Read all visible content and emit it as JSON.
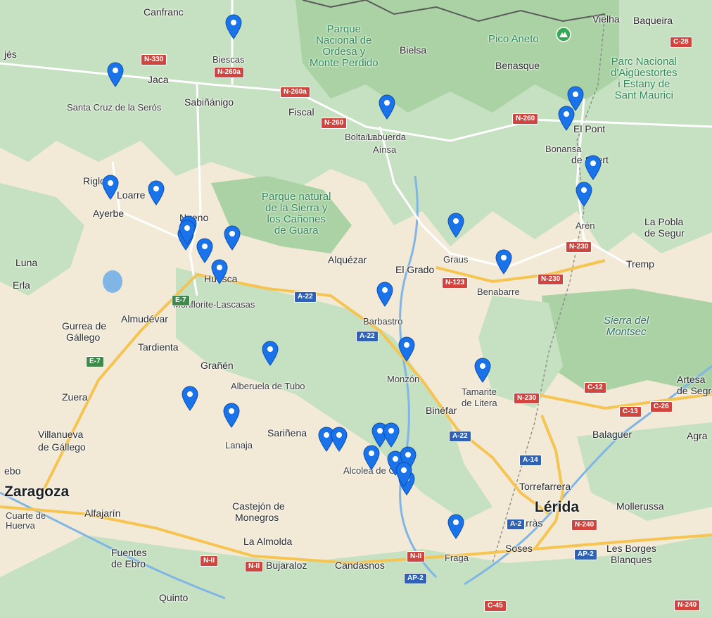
{
  "colors": {
    "land": "#f2ead7",
    "forest": "#c6e1c1",
    "forest_dark": "#abd2a4",
    "water": "#7fb6e6",
    "motorway": "#f5c451",
    "road": "#ffffff",
    "border": "#5a5a5a",
    "pin": "#1a73e8",
    "peak": "#34a853"
  },
  "places": [
    {
      "name": "Canfranc",
      "cls": "med"
    },
    {
      "name": "Biescas",
      "cls": ""
    },
    {
      "name": "Jaca",
      "cls": "med"
    },
    {
      "name": "Santa Cruz de la Serós",
      "cls": ""
    },
    {
      "name": "Sabiñánigo",
      "cls": "med"
    },
    {
      "name": "Fiscal",
      "cls": "med"
    },
    {
      "name": "Bielsa",
      "cls": "med"
    },
    {
      "name": "Benasque",
      "cls": "med"
    },
    {
      "name": "Vielha",
      "cls": "med"
    },
    {
      "name": "Baqueira",
      "cls": "med"
    },
    {
      "name": "Boltaña",
      "cls": ""
    },
    {
      "name": "Labuerda",
      "cls": ""
    },
    {
      "name": "Aínsa",
      "cls": ""
    },
    {
      "name": "Bonansa",
      "cls": ""
    },
    {
      "name": "El Pont",
      "cls": "med"
    },
    {
      "name": "de Suert",
      "cls": "med"
    },
    {
      "name": "Riglos",
      "cls": "med"
    },
    {
      "name": "Loarre",
      "cls": "med"
    },
    {
      "name": "Ayerbe",
      "cls": "med"
    },
    {
      "name": "Nueno",
      "cls": "med"
    },
    {
      "name": "Graus",
      "cls": ""
    },
    {
      "name": "Arén",
      "cls": ""
    },
    {
      "name": "La Pobla",
      "cls": "med"
    },
    {
      "name": "de Segur",
      "cls": "med"
    },
    {
      "name": "Luna",
      "cls": "med"
    },
    {
      "name": "Erla",
      "cls": "med"
    },
    {
      "name": "Huesca",
      "cls": "med"
    },
    {
      "name": "Alquézar",
      "cls": "med"
    },
    {
      "name": "El Grado",
      "cls": "med"
    },
    {
      "name": "Benabarre",
      "cls": ""
    },
    {
      "name": "Tremp",
      "cls": "med"
    },
    {
      "name": "Monflorite-Lascasas",
      "cls": ""
    },
    {
      "name": "Almudévar",
      "cls": "med"
    },
    {
      "name": "Barbastro",
      "cls": ""
    },
    {
      "name": "Gurrea de",
      "cls": "med"
    },
    {
      "name": "Gállego",
      "cls": "med"
    },
    {
      "name": "Tardienta",
      "cls": "med"
    },
    {
      "name": "Grañén",
      "cls": "med"
    },
    {
      "name": "Alberuela de Tubo",
      "cls": ""
    },
    {
      "name": "Monzón",
      "cls": ""
    },
    {
      "name": "Tamarite",
      "cls": ""
    },
    {
      "name": "de Litera",
      "cls": ""
    },
    {
      "name": "Zuera",
      "cls": "med"
    },
    {
      "name": "Binéfar",
      "cls": "med"
    },
    {
      "name": "Artesa",
      "cls": "med"
    },
    {
      "name": "de Segre",
      "cls": "med"
    },
    {
      "name": "Villanueva",
      "cls": "med"
    },
    {
      "name": "de Gállego",
      "cls": "med"
    },
    {
      "name": "Lanaja",
      "cls": ""
    },
    {
      "name": "Sariñena",
      "cls": "med"
    },
    {
      "name": "Alcolea de Cinca",
      "cls": ""
    },
    {
      "name": "Balaguer",
      "cls": "med"
    },
    {
      "name": "Agra",
      "cls": "med"
    },
    {
      "name": "ebo",
      "cls": "med"
    },
    {
      "name": "Zaragoza",
      "cls": "big"
    },
    {
      "name": "Torrefarrera",
      "cls": "med"
    },
    {
      "name": "Cuarte de",
      "cls": ""
    },
    {
      "name": "Huerva",
      "cls": ""
    },
    {
      "name": "Alfajarín",
      "cls": "med"
    },
    {
      "name": "Castejón de",
      "cls": "med"
    },
    {
      "name": "Monegros",
      "cls": "med"
    },
    {
      "name": "Lérida",
      "cls": "big"
    },
    {
      "name": "Mollerussa",
      "cls": "med"
    },
    {
      "name": "Alcarràs",
      "cls": "med"
    },
    {
      "name": "La Almolda",
      "cls": "med"
    },
    {
      "name": "Fuentes",
      "cls": "med"
    },
    {
      "name": "de Ebro",
      "cls": "med"
    },
    {
      "name": "Soses",
      "cls": "med"
    },
    {
      "name": "Les Borges",
      "cls": "med"
    },
    {
      "name": "Blanques",
      "cls": "med"
    },
    {
      "name": "Bujaraloz",
      "cls": "med"
    },
    {
      "name": "Candasnos",
      "cls": "med"
    },
    {
      "name": "Fraga",
      "cls": ""
    },
    {
      "name": "Quinto",
      "cls": "med"
    },
    {
      "name": "jés",
      "cls": "med"
    }
  ],
  "parks": [
    {
      "lines": [
        "Parque",
        "Nacional de",
        "Ordesa y",
        "Monte Perdido"
      ],
      "style": "park"
    },
    {
      "lines": [
        "Pico Aneto"
      ],
      "style": "park"
    },
    {
      "lines": [
        "Parc Nacional",
        "d'Aigüestortes",
        "i Estany de",
        "Sant Maurici"
      ],
      "style": "park"
    },
    {
      "lines": [
        "Parque natural",
        "de la Sierra y",
        "los Cañones",
        "de Guara"
      ],
      "style": "park"
    },
    {
      "lines": [
        "Sierra del",
        "Montsec"
      ],
      "style": "parkalt"
    }
  ],
  "roads": [
    {
      "ref": "N-330",
      "color": "red"
    },
    {
      "ref": "N-260a",
      "color": "red"
    },
    {
      "ref": "N-260a",
      "color": "red"
    },
    {
      "ref": "N-260",
      "color": "red"
    },
    {
      "ref": "N-260",
      "color": "red"
    },
    {
      "ref": "C-28",
      "color": "red"
    },
    {
      "ref": "N-230",
      "color": "red"
    },
    {
      "ref": "N-230",
      "color": "red"
    },
    {
      "ref": "N-230",
      "color": "red"
    },
    {
      "ref": "N-123",
      "color": "red"
    },
    {
      "ref": "A-22",
      "color": "blue"
    },
    {
      "ref": "A-22",
      "color": "blue"
    },
    {
      "ref": "A-22",
      "color": "blue"
    },
    {
      "ref": "E-7",
      "color": "green"
    },
    {
      "ref": "E-7",
      "color": "green"
    },
    {
      "ref": "C-12",
      "color": "red"
    },
    {
      "ref": "C-13",
      "color": "red"
    },
    {
      "ref": "C-26",
      "color": "red"
    },
    {
      "ref": "A-14",
      "color": "blue"
    },
    {
      "ref": "A-2",
      "color": "blue"
    },
    {
      "ref": "N-240",
      "color": "red"
    },
    {
      "ref": "N-240",
      "color": "red"
    },
    {
      "ref": "AP-2",
      "color": "blue"
    },
    {
      "ref": "AP-2",
      "color": "blue"
    },
    {
      "ref": "N-II",
      "color": "red"
    },
    {
      "ref": "N-II",
      "color": "red"
    },
    {
      "ref": "N-II",
      "color": "red"
    },
    {
      "ref": "C-45",
      "color": "red"
    }
  ],
  "markers_count": 33
}
